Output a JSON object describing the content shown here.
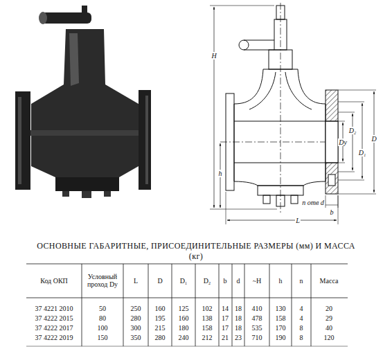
{
  "diagram": {
    "title": "ОСНОВНЫЕ ГАБАРИТНЫЕ, ПРИСОЕДИНИТЕЛЬНЫЕ РАЗМЕРЫ (мм) И МАССА (кг)",
    "labels": [
      "H",
      "h",
      "L",
      "Dу",
      "D₂",
      "D₁",
      "D",
      "n отв d",
      "b",
      "Код ОКП",
      "Условный проход Dу",
      "L",
      "D",
      "D₁",
      "D₂",
      "b",
      "d",
      "~H",
      "h",
      "n",
      "Масса",
      "37 4221 2010",
      "50",
      "250",
      "160",
      "125",
      "102",
      "14",
      "18",
      "410",
      "130",
      "4",
      "20",
      "37 4222 2015",
      "80",
      "280",
      "195",
      "160",
      "138",
      "17",
      "18",
      "478",
      "158",
      "4",
      "29",
      "37 4222 2017",
      "100",
      "300",
      "215",
      "180",
      "158",
      "17",
      "18",
      "535",
      "170",
      "8",
      "40",
      "37 4222 2019",
      "150",
      "350",
      "280",
      "240",
      "212",
      "21",
      "23",
      "710",
      "190",
      "8",
      "120"
    ]
  }
}
